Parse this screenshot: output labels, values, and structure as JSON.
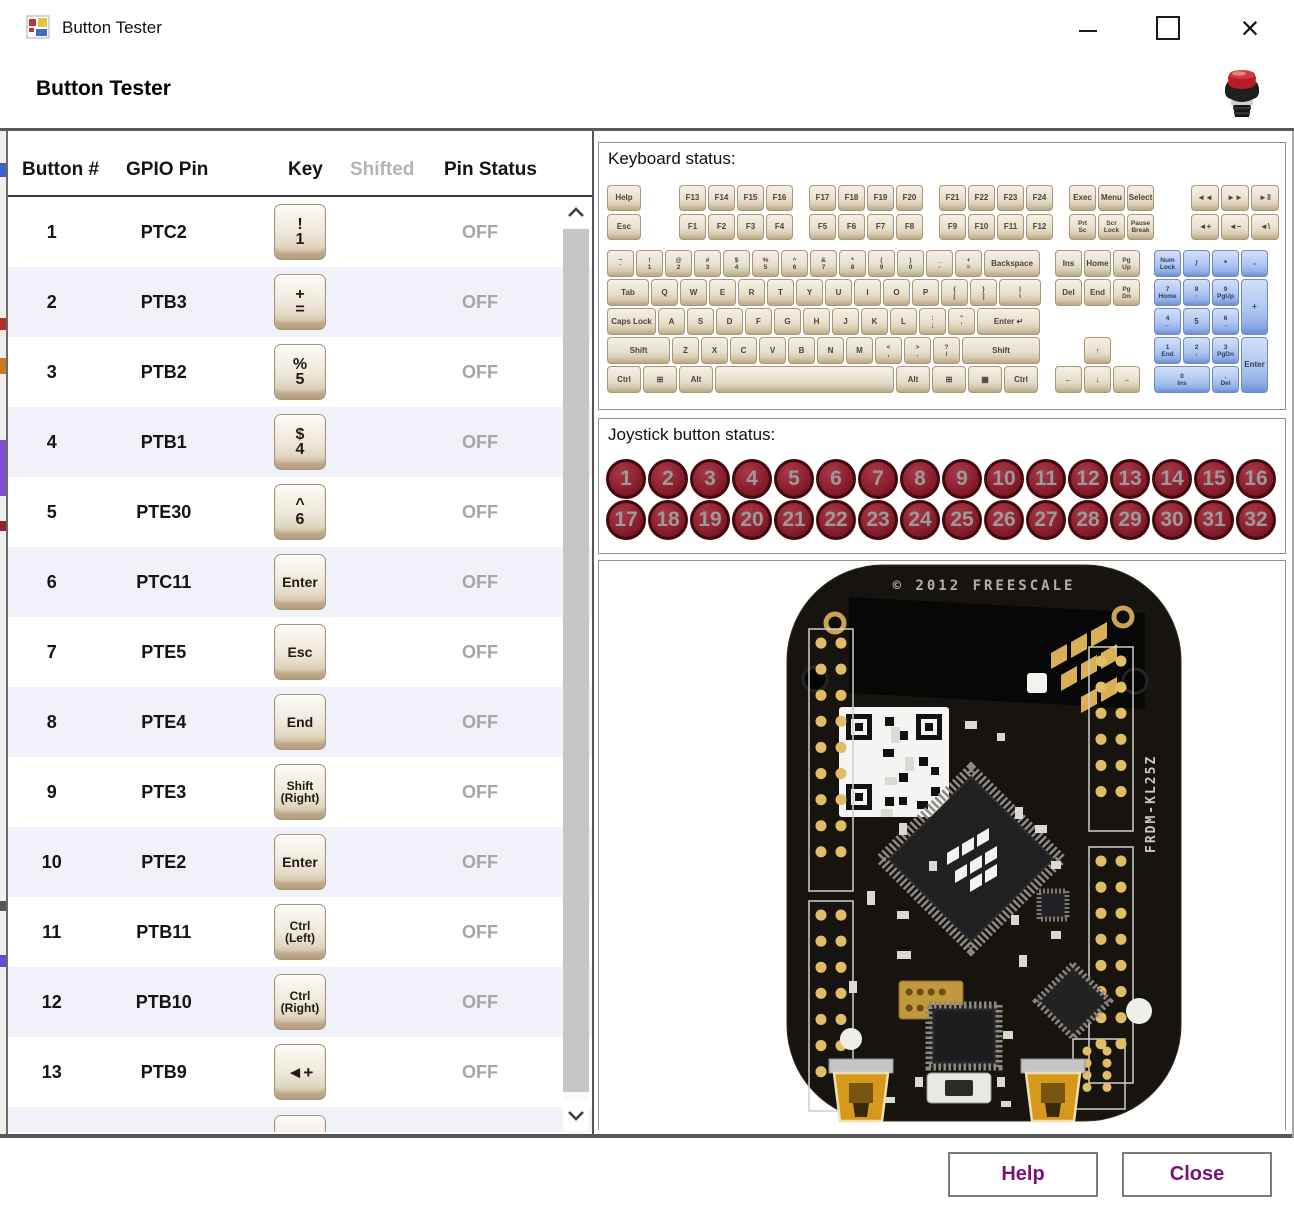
{
  "window": {
    "title": "Button Tester",
    "controls": {
      "close": "×"
    }
  },
  "header": {
    "title": "Button Tester"
  },
  "colors": {
    "accent": "#7d0f7d",
    "status_off": "#a6a6a6",
    "joystick": "#8c1f2e",
    "alt_row": "#f1f1f9",
    "numpad_blue": "#aec6f0"
  },
  "table": {
    "headers": [
      "Button #",
      "GPIO Pin",
      "Key",
      "Shifted",
      "Pin Status"
    ],
    "rows": [
      {
        "num": "1",
        "gpio": "PTC2",
        "status": "OFF",
        "key": {
          "cls": "sym",
          "lines": [
            "!",
            "1"
          ]
        }
      },
      {
        "num": "2",
        "gpio": "PTB3",
        "status": "OFF",
        "key": {
          "cls": "sym",
          "lines": [
            "+",
            "="
          ]
        }
      },
      {
        "num": "3",
        "gpio": "PTB2",
        "status": "OFF",
        "key": {
          "cls": "sym",
          "lines": [
            "%",
            "5"
          ]
        }
      },
      {
        "num": "4",
        "gpio": "PTB1",
        "status": "OFF",
        "key": {
          "cls": "sym",
          "lines": [
            "$",
            "4"
          ]
        }
      },
      {
        "num": "5",
        "gpio": "PTE30",
        "status": "OFF",
        "key": {
          "cls": "sym",
          "lines": [
            "^",
            "6"
          ]
        }
      },
      {
        "num": "6",
        "gpio": "PTC11",
        "status": "OFF",
        "key": {
          "cls": "word",
          "lines": [
            "Enter"
          ]
        }
      },
      {
        "num": "7",
        "gpio": "PTE5",
        "status": "OFF",
        "key": {
          "cls": "word",
          "lines": [
            "Esc"
          ]
        }
      },
      {
        "num": "8",
        "gpio": "PTE4",
        "status": "OFF",
        "key": {
          "cls": "word",
          "lines": [
            "End"
          ]
        }
      },
      {
        "num": "9",
        "gpio": "PTE3",
        "status": "OFF",
        "key": {
          "cls": "word2",
          "lines": [
            "Shift",
            "(Right)"
          ]
        }
      },
      {
        "num": "10",
        "gpio": "PTE2",
        "status": "OFF",
        "key": {
          "cls": "word",
          "lines": [
            "Enter"
          ]
        }
      },
      {
        "num": "11",
        "gpio": "PTB11",
        "status": "OFF",
        "key": {
          "cls": "word2",
          "lines": [
            "Ctrl",
            "(Left)"
          ]
        }
      },
      {
        "num": "12",
        "gpio": "PTB10",
        "status": "OFF",
        "key": {
          "cls": "word2",
          "lines": [
            "Ctrl",
            "(Right)"
          ]
        }
      },
      {
        "num": "13",
        "gpio": "PTB9",
        "status": "OFF",
        "key": {
          "cls": "vol",
          "lines": [
            "◄+"
          ]
        }
      }
    ]
  },
  "keyboard": {
    "label": "Keyboard status:",
    "fn_rows": [
      [
        {
          "t": [
            "Help"
          ],
          "w": 1.25
        },
        {
          "gap": 34
        },
        {
          "t": [
            "F13"
          ]
        },
        {
          "t": [
            "F14"
          ]
        },
        {
          "t": [
            "F15"
          ]
        },
        {
          "t": [
            "F16"
          ]
        },
        {
          "gap": 12
        },
        {
          "t": [
            "F17"
          ]
        },
        {
          "t": [
            "F18"
          ]
        },
        {
          "t": [
            "F19"
          ]
        },
        {
          "t": [
            "F20"
          ]
        },
        {
          "gap": 12
        },
        {
          "t": [
            "F21"
          ]
        },
        {
          "t": [
            "F22"
          ]
        },
        {
          "t": [
            "F23"
          ]
        },
        {
          "t": [
            "F24"
          ]
        },
        {
          "gap": 12
        },
        {
          "t": [
            "Exec"
          ]
        },
        {
          "t": [
            "Menu"
          ]
        },
        {
          "t": [
            "Select"
          ]
        },
        {
          "sp": 1
        },
        {
          "t": [
            "◄◄"
          ],
          "w": 1.05
        },
        {
          "t": [
            "►►"
          ],
          "w": 1.05
        },
        {
          "t": [
            "►‖"
          ],
          "w": 1.05
        }
      ],
      [
        {
          "t": [
            "Esc"
          ],
          "w": 1.25
        },
        {
          "gap": 34
        },
        {
          "t": [
            "F1"
          ]
        },
        {
          "t": [
            "F2"
          ]
        },
        {
          "t": [
            "F3"
          ]
        },
        {
          "t": [
            "F4"
          ]
        },
        {
          "gap": 12
        },
        {
          "t": [
            "F5"
          ]
        },
        {
          "t": [
            "F6"
          ]
        },
        {
          "t": [
            "F7"
          ]
        },
        {
          "t": [
            "F8"
          ]
        },
        {
          "gap": 12
        },
        {
          "t": [
            "F9"
          ]
        },
        {
          "t": [
            "F10"
          ]
        },
        {
          "t": [
            "F11"
          ]
        },
        {
          "t": [
            "F12"
          ]
        },
        {
          "gap": 12
        },
        {
          "t": [
            "Prt",
            "Sc"
          ]
        },
        {
          "t": [
            "Scr",
            "Lock"
          ]
        },
        {
          "t": [
            "Pause",
            "Break"
          ]
        },
        {
          "sp": 1
        },
        {
          "t": [
            "◄+"
          ],
          "w": 1.05
        },
        {
          "t": [
            "◄–"
          ],
          "w": 1.05
        },
        {
          "t": [
            "◄\\"
          ],
          "w": 1.05
        }
      ]
    ],
    "main_rows": [
      [
        {
          "t": [
            "~",
            "`"
          ]
        },
        {
          "t": [
            "!",
            "1"
          ]
        },
        {
          "t": [
            "@",
            "2"
          ]
        },
        {
          "t": [
            "#",
            "3"
          ]
        },
        {
          "t": [
            "$",
            "4"
          ]
        },
        {
          "t": [
            "%",
            "5"
          ]
        },
        {
          "t": [
            "^",
            "6"
          ]
        },
        {
          "t": [
            "&",
            "7"
          ]
        },
        {
          "t": [
            "*",
            "8"
          ]
        },
        {
          "t": [
            "(",
            "9"
          ]
        },
        {
          "t": [
            ")",
            "0"
          ]
        },
        {
          "t": [
            "_",
            "-"
          ]
        },
        {
          "t": [
            "+",
            "="
          ]
        },
        {
          "t": [
            "Backspace"
          ],
          "w": 2
        }
      ],
      [
        {
          "t": [
            "Tab"
          ],
          "w": 1.5
        },
        {
          "t": [
            "Q"
          ]
        },
        {
          "t": [
            "W"
          ]
        },
        {
          "t": [
            "E"
          ]
        },
        {
          "t": [
            "R"
          ]
        },
        {
          "t": [
            "T"
          ]
        },
        {
          "t": [
            "Y"
          ]
        },
        {
          "t": [
            "U"
          ]
        },
        {
          "t": [
            "I"
          ]
        },
        {
          "t": [
            "O"
          ]
        },
        {
          "t": [
            "P"
          ]
        },
        {
          "t": [
            "{",
            "["
          ]
        },
        {
          "t": [
            "}",
            "]"
          ]
        },
        {
          "t": [
            "|",
            "\\"
          ],
          "w": 1.5
        }
      ],
      [
        {
          "t": [
            "Caps Lock"
          ],
          "w": 1.75
        },
        {
          "t": [
            "A"
          ]
        },
        {
          "t": [
            "S"
          ]
        },
        {
          "t": [
            "D"
          ]
        },
        {
          "t": [
            "F"
          ]
        },
        {
          "t": [
            "G"
          ]
        },
        {
          "t": [
            "H"
          ]
        },
        {
          "t": [
            "J"
          ]
        },
        {
          "t": [
            "K"
          ]
        },
        {
          "t": [
            "L"
          ]
        },
        {
          "t": [
            ":",
            ";"
          ]
        },
        {
          "t": [
            "\"",
            "'"
          ]
        },
        {
          "t": [
            "Enter ↵"
          ],
          "w": 2.25
        }
      ],
      [
        {
          "t": [
            "Shift"
          ],
          "w": 2.25
        },
        {
          "t": [
            "Z"
          ]
        },
        {
          "t": [
            "X"
          ]
        },
        {
          "t": [
            "C"
          ]
        },
        {
          "t": [
            "V"
          ]
        },
        {
          "t": [
            "B"
          ]
        },
        {
          "t": [
            "N"
          ]
        },
        {
          "t": [
            "M"
          ]
        },
        {
          "t": [
            "<",
            ","
          ]
        },
        {
          "t": [
            ">",
            "."
          ]
        },
        {
          "t": [
            "?",
            "/"
          ]
        },
        {
          "t": [
            "Shift"
          ],
          "w": 2.75
        }
      ],
      [
        {
          "t": [
            "Ctrl"
          ],
          "w": 1.25
        },
        {
          "t": [
            "⊞"
          ],
          "w": 1.25
        },
        {
          "t": [
            "Alt"
          ],
          "w": 1.25
        },
        {
          "t": [
            ""
          ],
          "w": 6.25
        },
        {
          "t": [
            "Alt"
          ],
          "w": 1.25
        },
        {
          "t": [
            "⊞"
          ],
          "w": 1.25
        },
        {
          "t": [
            "▦"
          ],
          "w": 1.25
        },
        {
          "t": [
            "Ctrl"
          ],
          "w": 1.25
        }
      ]
    ],
    "nav_cells": [
      {
        "t": [
          "Ins"
        ],
        "r": 1,
        "c": 1
      },
      {
        "t": [
          "Home"
        ],
        "r": 1,
        "c": 2
      },
      {
        "t": [
          "Pg",
          "Up"
        ],
        "r": 1,
        "c": 3
      },
      {
        "t": [
          "Del"
        ],
        "r": 2,
        "c": 1
      },
      {
        "t": [
          "End"
        ],
        "r": 2,
        "c": 2
      },
      {
        "t": [
          "Pg",
          "Dn"
        ],
        "r": 2,
        "c": 3
      },
      {
        "t": [
          "↑"
        ],
        "r": 4,
        "c": 2
      },
      {
        "t": [
          "←"
        ],
        "r": 5,
        "c": 1
      },
      {
        "t": [
          "↓"
        ],
        "r": 5,
        "c": 2
      },
      {
        "t": [
          "→"
        ],
        "r": 5,
        "c": 3
      }
    ],
    "numpad_cells": [
      {
        "t": [
          "Num",
          "Lock"
        ],
        "r": 1,
        "c": 1
      },
      {
        "t": [
          "/"
        ],
        "r": 1,
        "c": 2
      },
      {
        "t": [
          "*"
        ],
        "r": 1,
        "c": 3
      },
      {
        "t": [
          "-"
        ],
        "r": 1,
        "c": 4
      },
      {
        "t": [
          "7",
          "Home"
        ],
        "r": 2,
        "c": 1
      },
      {
        "t": [
          "8",
          "↑"
        ],
        "r": 2,
        "c": 2
      },
      {
        "t": [
          "9",
          "PgUp"
        ],
        "r": 2,
        "c": 3
      },
      {
        "t": [
          "+"
        ],
        "r": 2,
        "c": 4,
        "rs": 2
      },
      {
        "t": [
          "4",
          "←"
        ],
        "r": 3,
        "c": 1
      },
      {
        "t": [
          "5"
        ],
        "r": 3,
        "c": 2
      },
      {
        "t": [
          "6",
          "→"
        ],
        "r": 3,
        "c": 3
      },
      {
        "t": [
          "1",
          "End"
        ],
        "r": 4,
        "c": 1
      },
      {
        "t": [
          "2",
          "↓"
        ],
        "r": 4,
        "c": 2
      },
      {
        "t": [
          "3",
          "PgDn"
        ],
        "r": 4,
        "c": 3
      },
      {
        "t": [
          "Enter"
        ],
        "r": 4,
        "c": 4,
        "rs": 2
      },
      {
        "t": [
          "0",
          "Ins"
        ],
        "r": 5,
        "c": 1,
        "cs": 2
      },
      {
        "t": [
          ".",
          "Del"
        ],
        "r": 5,
        "c": 3
      }
    ]
  },
  "joystick": {
    "label": "Joystick button status:",
    "rows": [
      [
        1,
        2,
        3,
        4,
        5,
        6,
        7,
        8,
        9,
        10,
        11,
        12,
        13,
        14,
        15,
        16
      ],
      [
        17,
        18,
        19,
        20,
        21,
        22,
        23,
        24,
        25,
        26,
        27,
        28,
        29,
        30,
        31,
        32
      ]
    ]
  },
  "board": {
    "copyright": "© 2012 FREESCALE",
    "model": "FRDM-KL25Z"
  },
  "footer": {
    "help": "Help",
    "close": "Close"
  }
}
